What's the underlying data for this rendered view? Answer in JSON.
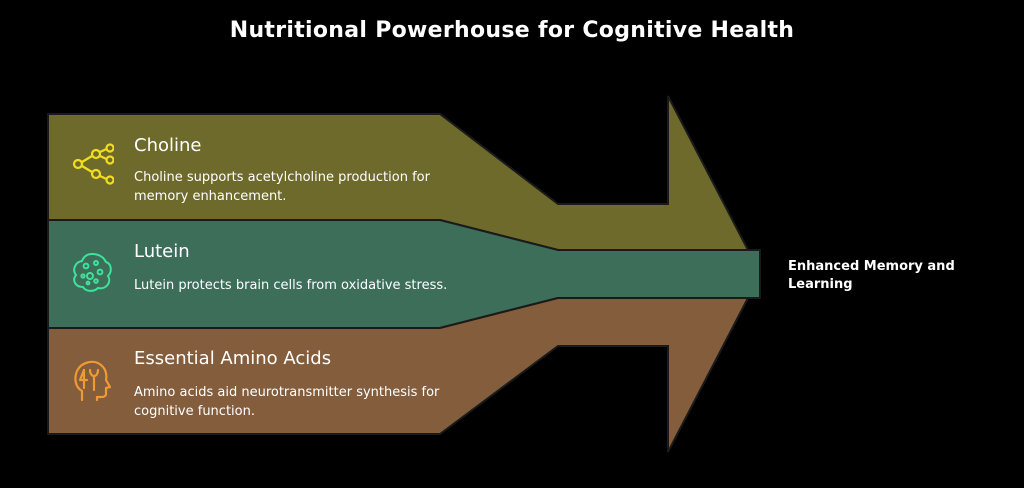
{
  "title": "Nutritional Powerhouse for Cognitive Health",
  "colors": {
    "background": "#000000",
    "choline_band": "#6d6a2c",
    "lutein_band": "#3c6e5a",
    "amino_band": "#835d3c",
    "choline_icon": "#f2de1f",
    "lutein_icon": "#3ee39b",
    "amino_icon": "#f09a34"
  },
  "items": [
    {
      "title": "Choline",
      "description": "Choline supports acetylcholine production for memory enhancement.",
      "icon": "molecule-network-icon"
    },
    {
      "title": "Lutein",
      "description": "Lutein protects brain cells from oxidative stress.",
      "icon": "cell-icon"
    },
    {
      "title": "Essential Amino Acids",
      "description": "Amino acids aid neurotransmitter synthesis for cognitive function.",
      "icon": "head-brain-icon"
    }
  ],
  "outcome": "Enhanced Memory and Learning"
}
